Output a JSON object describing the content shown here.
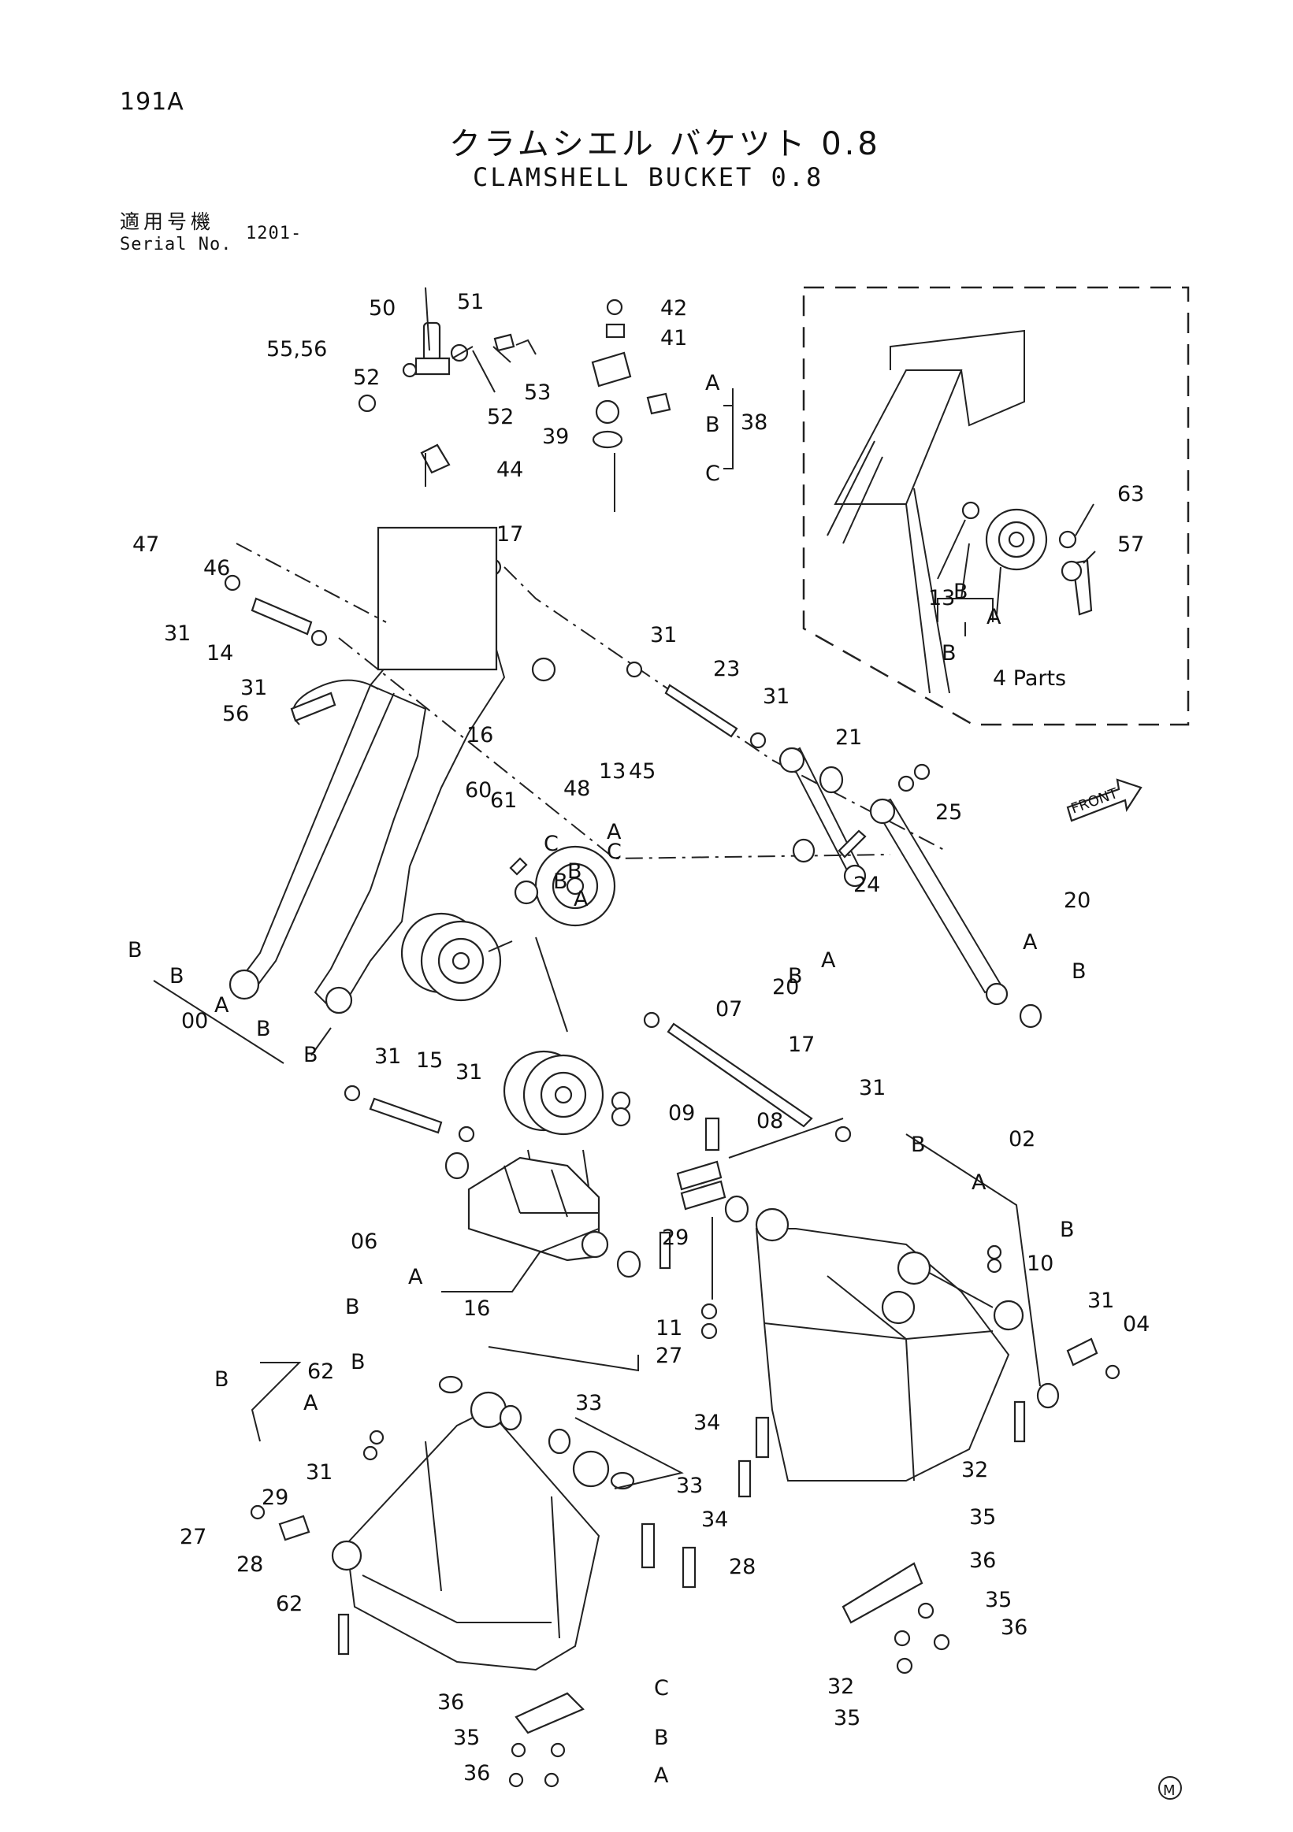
{
  "header": {
    "page_code": "191A",
    "title_jp": "クラムシエル バケツト 0.8",
    "title_en": "CLAMSHELL BUCKET 0.8",
    "serial_label_jp": "適用号機",
    "serial_label_en": "Serial No.",
    "serial_value": "1201-"
  },
  "inset": {
    "caption": "4 Parts"
  },
  "front_label": "FRONT",
  "mark": "M",
  "callouts": [
    "50",
    "51",
    "42",
    "41",
    "55,56",
    "53",
    "52",
    "52",
    "38",
    "A",
    "B",
    "C",
    "39",
    "44",
    "17",
    "63",
    "57",
    "47",
    "46",
    "31",
    "14",
    "31",
    "56",
    "16",
    "60",
    "61",
    "48",
    "45",
    "13",
    "C",
    "B",
    "A",
    "31",
    "23",
    "31",
    "21",
    "25",
    "24",
    "20",
    "A",
    "B",
    "B",
    "A",
    "20",
    "B",
    "B",
    "A",
    "00",
    "B",
    "B",
    "31",
    "15",
    "31",
    "07",
    "31",
    "17",
    "09",
    "08",
    "B",
    "02",
    "A",
    "B",
    "06",
    "A",
    "B",
    "16",
    "29",
    "10",
    "11",
    "27",
    "31",
    "04",
    "B",
    "62",
    "B",
    "A",
    "29",
    "31",
    "27",
    "28",
    "62",
    "33",
    "34",
    "33",
    "34",
    "28",
    "32",
    "35",
    "36",
    "35",
    "36",
    "32",
    "35",
    "36",
    "35",
    "36",
    "C",
    "B",
    "A",
    "13",
    "B",
    "A",
    "B",
    "C",
    "B",
    "A"
  ]
}
